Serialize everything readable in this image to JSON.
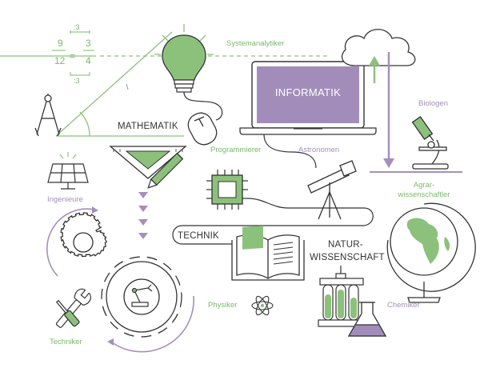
{
  "labels": {
    "informatik": "INFORMATIK",
    "mathematik": "MATHEMATIK",
    "technik": "TECHNIK",
    "natur_line1": "NATUR-",
    "natur_line2": "WISSENSCHAFT",
    "systemanalytiker": "Systemanalytiker",
    "programmierer": "Programmierer",
    "astronomen": "Astronomen",
    "biologen": "Biologen",
    "agrar_line1": "Agrar-",
    "agrar_line2": "wissenschaftler",
    "ingenieure": "Ingenieure",
    "physiker": "Physiker",
    "chemiker": "Chemiker",
    "techniker": "Techniker"
  },
  "fraction": {
    "top_div": ":3",
    "left_num": "9",
    "left_den": "12",
    "eq": "=",
    "right_num": "3",
    "right_den": "4",
    "bottom_div": ":3"
  },
  "colors": {
    "green": "#8cc17c",
    "green_text": "#7ab86a",
    "purple": "#a58fbb",
    "purple_fill": "#a28dba",
    "dark": "#333333"
  }
}
